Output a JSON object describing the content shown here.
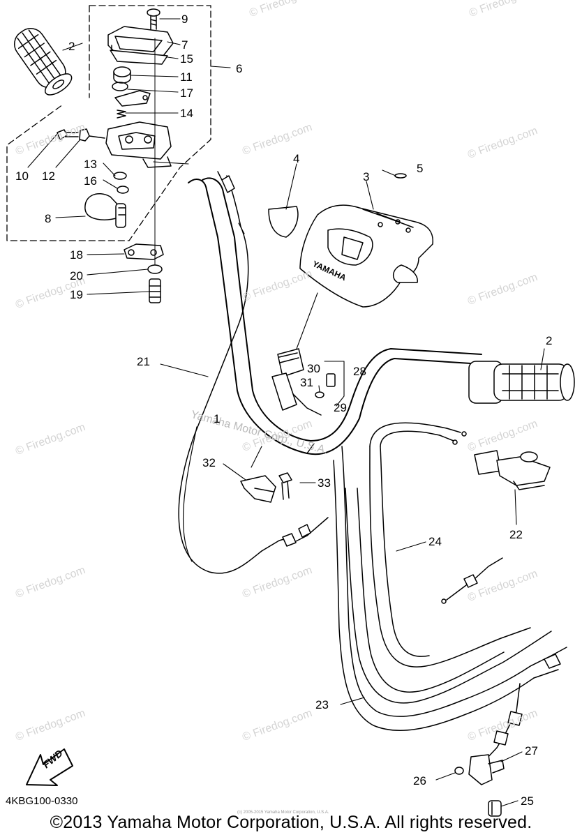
{
  "diagram": {
    "code": "4KBG100-0330",
    "copyright": "©2013 Yamaha Motor Corporation, U.S.A. All rights reserved.",
    "watermark": "© Firedog.com",
    "overlay_text": "Yamaha Motor Corp., U.S.A.",
    "fwd_label": "FWD",
    "cover_brand": "YAMAHA",
    "stamp": "(c) 2005-2015 Yamaha Motor Corporation, U.S.A.",
    "part_labels": [
      "9",
      "2",
      "7",
      "15",
      "6",
      "11",
      "17",
      "14",
      "10",
      "12",
      "13",
      "16",
      "8",
      "18",
      "20",
      "19",
      "4",
      "5",
      "3",
      "21",
      "30",
      "28",
      "31",
      "29",
      "2",
      "32",
      "33",
      "22",
      "24",
      "23",
      "27",
      "26",
      "25",
      "1"
    ]
  }
}
